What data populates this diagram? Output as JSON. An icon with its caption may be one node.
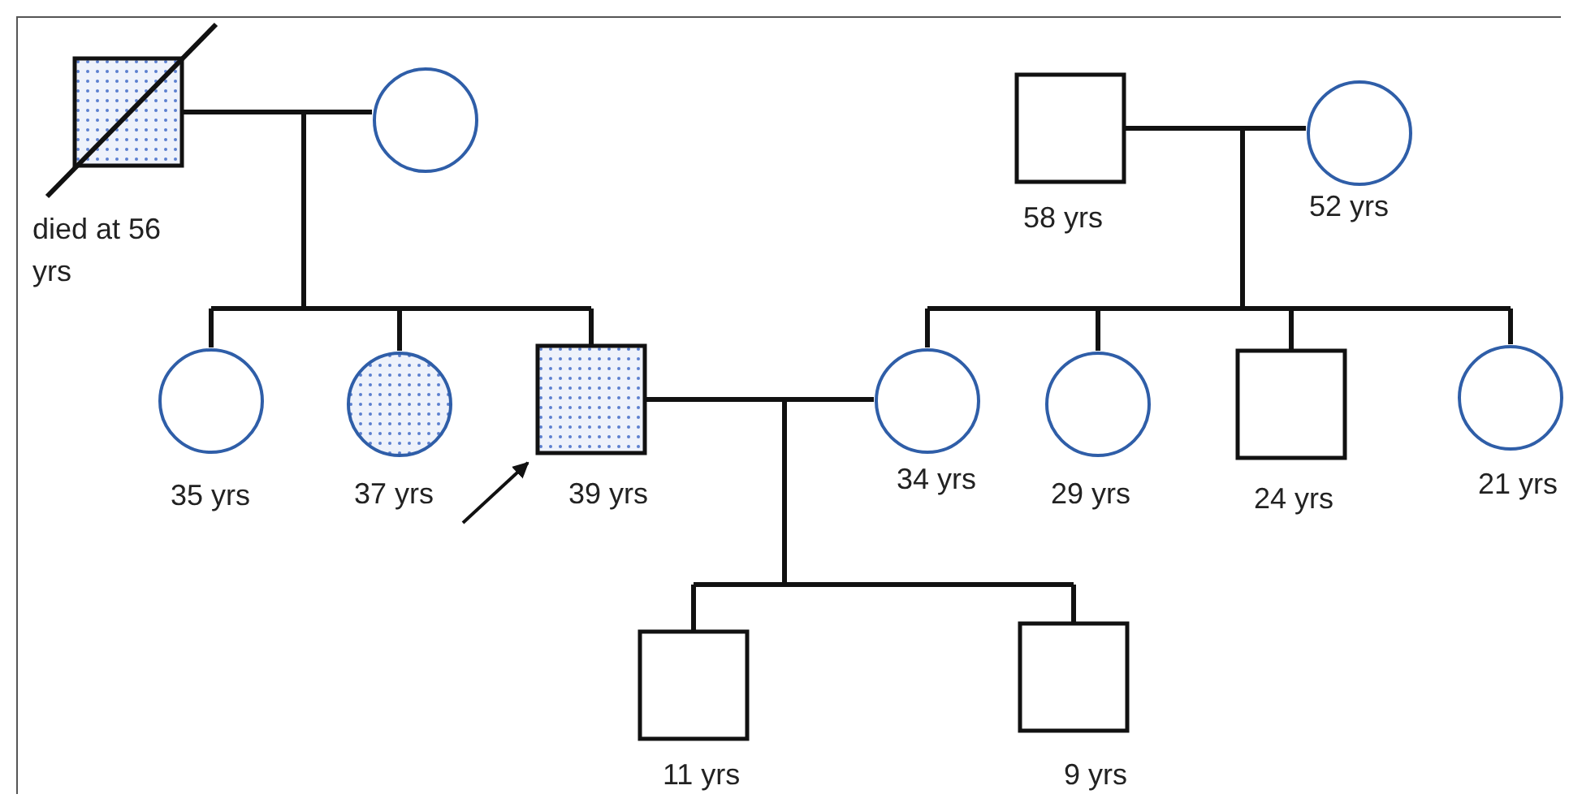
{
  "diagram": {
    "nodes": [
      {
        "text": [],
        "shape": "box",
        "beside": [
          "died at 56 yrs"
        ]
      },
      {
        "text": [],
        "shape": "circle"
      },
      {
        "text": [],
        "shape": "box",
        "beside": [
          "58 yrs"
        ]
      },
      {
        "text": [],
        "shape": "circle",
        "beside": [
          "52 yrs"
        ]
      },
      {
        "text": [],
        "shape": "circle",
        "beside": [
          "35 yrs"
        ]
      },
      {
        "text": [],
        "shape": "circle",
        "beside": [
          "37 yrs"
        ]
      },
      {
        "text": [],
        "shape": "box",
        "beside": [
          "39 yrs"
        ]
      },
      {
        "text": [],
        "shape": "circle",
        "beside": [
          "34 yrs"
        ]
      },
      {
        "text": [],
        "shape": "circle",
        "beside": [
          "29 yrs"
        ]
      },
      {
        "text": [],
        "shape": "box",
        "beside": [
          "24 yrs"
        ]
      },
      {
        "text": [],
        "shape": "circle",
        "beside": [
          "21 yrs"
        ]
      },
      {
        "text": [],
        "shape": "box",
        "beside": [
          "11 yrs"
        ]
      },
      {
        "text": [],
        "shape": "box",
        "beside": [
          "9 yrs"
        ]
      }
    ],
    "edges": [
      {
        "from": 0,
        "to": 1,
        "arrow": "none"
      },
      {
        "from": 2,
        "to": 3,
        "arrow": "none"
      },
      {
        "from": 6,
        "to": 7,
        "arrow": "none"
      },
      {
        "from": 0,
        "to": 4,
        "arrow": "none"
      },
      {
        "from": 1,
        "to": 4,
        "arrow": "none"
      },
      {
        "from": 0,
        "to": 5,
        "arrow": "none"
      },
      {
        "from": 1,
        "to": 5,
        "arrow": "none"
      },
      {
        "from": 0,
        "to": 6,
        "arrow": "none"
      },
      {
        "from": 1,
        "to": 6,
        "arrow": "none"
      },
      {
        "from": 2,
        "to": 7,
        "arrow": "none"
      },
      {
        "from": 3,
        "to": 7,
        "arrow": "none"
      },
      {
        "from": 2,
        "to": 8,
        "arrow": "none"
      },
      {
        "from": 3,
        "to": 8,
        "arrow": "none"
      },
      {
        "from": 2,
        "to": 9,
        "arrow": "none"
      },
      {
        "from": 3,
        "to": 9,
        "arrow": "none"
      },
      {
        "from": 2,
        "to": 10,
        "arrow": "none"
      },
      {
        "from": 3,
        "to": 10,
        "arrow": "none"
      },
      {
        "from": 6,
        "to": 11,
        "arrow": "none"
      },
      {
        "from": 7,
        "to": 11,
        "arrow": "none"
      },
      {
        "from": 6,
        "to": 12,
        "arrow": "none"
      },
      {
        "from": 7,
        "to": 12,
        "arrow": "none"
      },
      {
        "from": null,
        "to": 6,
        "arrow": "to"
      }
    ]
  }
}
